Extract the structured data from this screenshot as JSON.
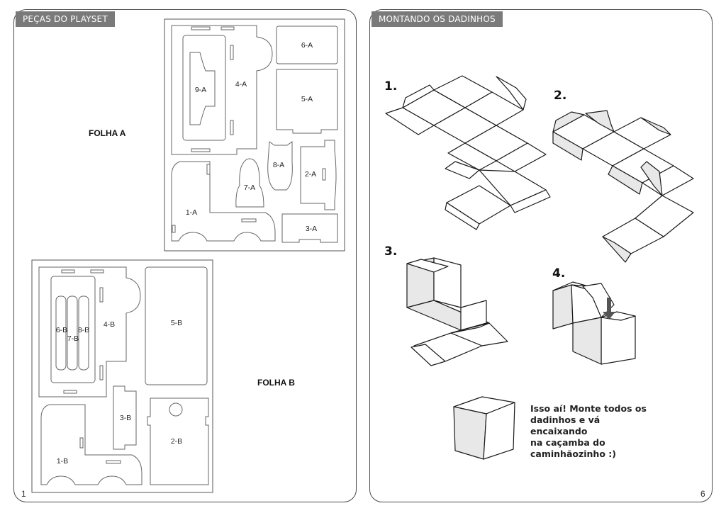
{
  "left_page": {
    "header": "PEÇAS DO PLAYSET",
    "sheet_a_label": "FOLHA A",
    "sheet_b_label": "FOLHA B",
    "page_number": "1",
    "sheet_a_pieces": [
      "1-A",
      "2-A",
      "3-A",
      "4-A",
      "5-A",
      "6-A",
      "7-A",
      "8-A",
      "9-A"
    ],
    "sheet_b_pieces": [
      "1-B",
      "2-B",
      "3-B",
      "4-B",
      "5-B",
      "6-B",
      "7-B",
      "8-B"
    ]
  },
  "right_page": {
    "header": "MONTANDO OS DADINHOS",
    "steps": [
      "1.",
      "2.",
      "3.",
      "4."
    ],
    "final_message": [
      "Isso aí! Monte todos os",
      "dadinhos e vá encaixando",
      "na caçamba do",
      "caminhãozinho :)"
    ],
    "page_number": "6"
  }
}
